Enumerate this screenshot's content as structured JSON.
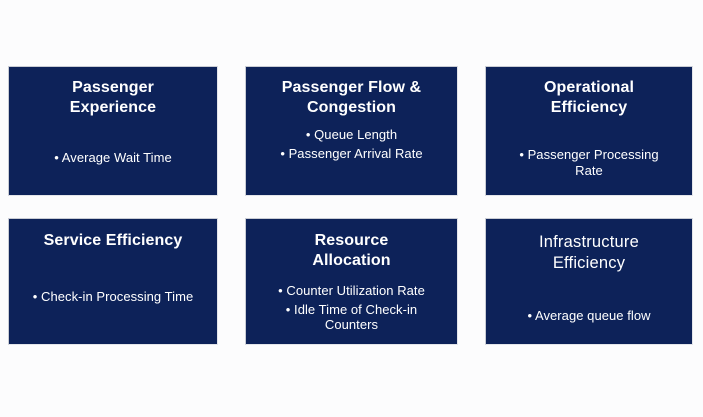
{
  "page": {
    "background_color": "#fcfcfd",
    "card_color": "#0d2259",
    "text_color": "#ffffff",
    "bullet_glyph": "•"
  },
  "cards": [
    {
      "id": "passenger-experience",
      "title": "Passenger\nExperience",
      "title_weight": "bold",
      "bullets": [
        "• Average Wait Time"
      ]
    },
    {
      "id": "passenger-flow",
      "title": "Passenger Flow &\nCongestion",
      "title_weight": "bold",
      "bullets": [
        "• Queue Length",
        "• Passenger Arrival Rate"
      ]
    },
    {
      "id": "operational-efficiency",
      "title": "Operational\nEfficiency",
      "title_weight": "bold",
      "bullets": [
        "• Passenger Processing\nRate"
      ]
    },
    {
      "id": "service-efficiency",
      "title": "Service Efficiency",
      "title_weight": "bold",
      "bullets": [
        "• Check-in Processing Time"
      ]
    },
    {
      "id": "resource-allocation",
      "title": "Resource\nAllocation",
      "title_weight": "bold",
      "bullets": [
        "• Counter Utilization Rate",
        "• Idle Time of Check-in\nCounters"
      ]
    },
    {
      "id": "infrastructure-efficiency",
      "title": "Infrastructure\nEfficiency",
      "title_weight": "normal",
      "bullets": [
        "• Average queue flow"
      ]
    }
  ]
}
